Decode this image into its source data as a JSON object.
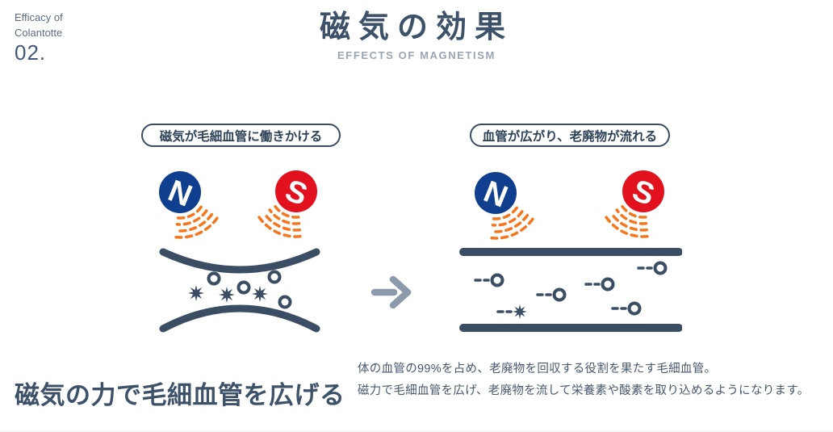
{
  "page": {
    "eyebrow": {
      "line1": "Efficacy of",
      "line2": "Colantotte",
      "number": "02."
    },
    "header": {
      "title": "磁気の効果",
      "subtitle": "EFFECTS OF MAGNETISM"
    }
  },
  "diagram": {
    "left_panel": {
      "label": "磁気が毛細血管に働きかける",
      "magnet_n": "N",
      "magnet_s": "S",
      "depicts": "narrowed capillary with waste particles and blood cells"
    },
    "right_panel": {
      "label": "血管が広がり、老廃物が流れる",
      "magnet_n": "N",
      "magnet_s": "S",
      "depicts": "widened capillary with particles flowing"
    }
  },
  "bottom": {
    "heading": "磁気の力で毛細血管を広げる",
    "description_line1": "体の血管の99%を占め、老廃物を回収する役割を果たす毛細血管。",
    "description_line2": "磁力で毛細血管を広げ、老廃物を流して栄養素や酸素を取り込めるようになります。"
  },
  "colors": {
    "navy_text": "#3d5168",
    "slate_diagram": "#3a4d62",
    "magnet_blue": "#0f3f8e",
    "magnet_red": "#e2111e",
    "wave_orange": "#f7761c",
    "arrow_gray": "#8c9aab",
    "subtitle_gray": "#9aa5b2"
  }
}
